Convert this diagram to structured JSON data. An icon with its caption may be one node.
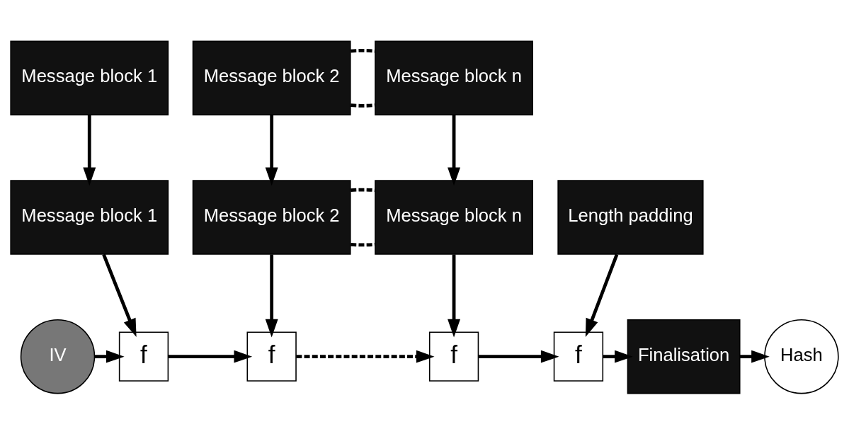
{
  "diagram": {
    "nodes": [
      {
        "text": [
          "Message block 1"
        ]
      },
      {
        "text": [
          "Message block 2"
        ]
      },
      {
        "text": [
          "Message block n"
        ]
      },
      {
        "text": [
          "Message block 1"
        ]
      },
      {
        "text": [
          "Message block 2"
        ]
      },
      {
        "text": [
          "Message block n"
        ]
      },
      {
        "text": [
          "Length padding"
        ]
      },
      {
        "text": [
          "IV"
        ]
      },
      {
        "text": [
          "f"
        ]
      },
      {
        "text": [
          "f"
        ]
      },
      {
        "text": [
          "f"
        ]
      },
      {
        "text": [
          "f"
        ]
      },
      {
        "text": [
          "Finalisation"
        ]
      },
      {
        "text": [
          "Hash"
        ]
      }
    ],
    "edges": [
      {
        "from": 1,
        "to": 2,
        "arrow": "none",
        "style": "dashed"
      },
      {
        "from": 1,
        "to": 2,
        "arrow": "none",
        "style": "dashed"
      },
      {
        "from": 4,
        "to": 5,
        "arrow": "none",
        "style": "dashed"
      },
      {
        "from": 4,
        "to": 5,
        "arrow": "none",
        "style": "dashed"
      },
      {
        "from": 0,
        "to": 3,
        "arrow": "to"
      },
      {
        "from": 1,
        "to": 4,
        "arrow": "to"
      },
      {
        "from": 2,
        "to": 5,
        "arrow": "to"
      },
      {
        "from": 3,
        "to": 8,
        "arrow": "to"
      },
      {
        "from": 4,
        "to": 9,
        "arrow": "to"
      },
      {
        "from": 5,
        "to": 10,
        "arrow": "to"
      },
      {
        "from": 6,
        "to": 11,
        "arrow": "to"
      },
      {
        "from": 7,
        "to": 8,
        "arrow": "to"
      },
      {
        "from": 8,
        "to": 9,
        "arrow": "to"
      },
      {
        "from": 9,
        "to": 10,
        "arrow": "to",
        "style": "dashed"
      },
      {
        "from": 10,
        "to": 11,
        "arrow": "to"
      },
      {
        "from": 11,
        "to": 12,
        "arrow": "to"
      },
      {
        "from": 12,
        "to": 13,
        "arrow": "to"
      }
    ]
  }
}
